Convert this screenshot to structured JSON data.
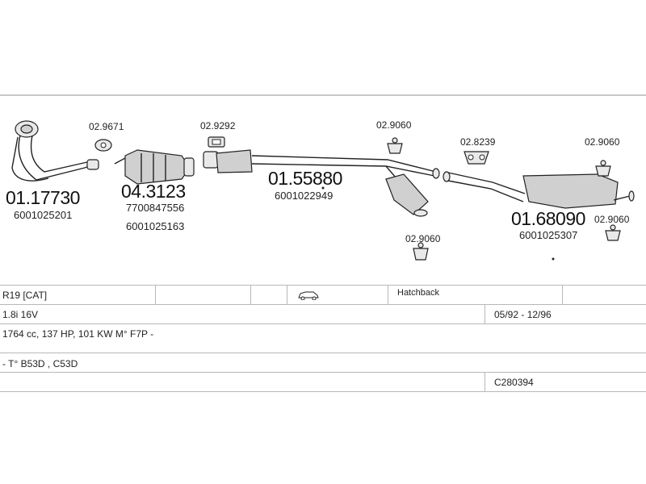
{
  "parts": [
    {
      "number": "01.17730",
      "oem": [
        "6001025201"
      ]
    },
    {
      "number": "04.3123",
      "oem": [
        "7700847556",
        "6001025163"
      ]
    },
    {
      "number": "01.55880",
      "oem": [
        "6001022949"
      ]
    },
    {
      "number": "01.68090",
      "oem": [
        "6001025307"
      ]
    }
  ],
  "small_parts": [
    "02.9671",
    "02.9292",
    "02.9060",
    "02.9060",
    "02.8239",
    "02.9060",
    "02.9060"
  ],
  "vehicle": {
    "model": "R19  [CAT]",
    "body": "Hatchback",
    "engine": "1.8i 16V",
    "years": "05/92 - 12/96",
    "specs": "1764 cc, 137 HP, 101 KW M° F7P -",
    "type": "- T° B53D , C53D",
    "code": "C280394"
  },
  "icons": {
    "car": "car-side-icon"
  }
}
